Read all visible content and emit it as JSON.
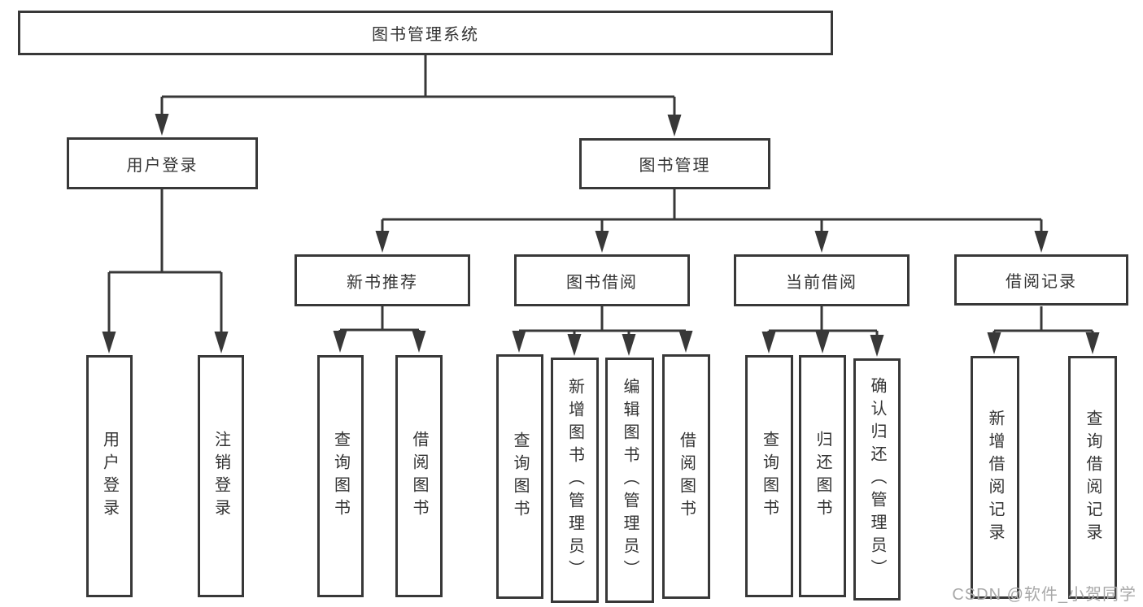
{
  "diagram_title": "图书管理系统",
  "colors": {
    "line": "#383838",
    "text": "#333333",
    "watermark": "#a9a9a9",
    "background": "#ffffff"
  },
  "nodes": {
    "root": {
      "label": "图书管理系统"
    },
    "user_login": {
      "label": "用户登录"
    },
    "book_mgmt": {
      "label": "图书管理"
    },
    "leaf_login": {
      "label": "用户登录"
    },
    "leaf_logout": {
      "label": "注销登录"
    },
    "new_books": {
      "label": "新书推荐"
    },
    "nb_query": {
      "label": "查询图书"
    },
    "nb_borrow": {
      "label": "借阅图书"
    },
    "book_borrow": {
      "label": "图书借阅"
    },
    "bb_query": {
      "label": "查询图书"
    },
    "bb_add": {
      "label": "新增图书（管理员）"
    },
    "bb_edit": {
      "label": "编辑图书（管理员）"
    },
    "bb_borrow": {
      "label": "借阅图书"
    },
    "current_borrow": {
      "label": "当前借阅"
    },
    "cb_query": {
      "label": "查询图书"
    },
    "cb_return": {
      "label": "归还图书"
    },
    "cb_confirm": {
      "label": "确认归还（管理员）"
    },
    "borrow_records": {
      "label": "借阅记录"
    },
    "br_add": {
      "label": "新增借阅记录"
    },
    "br_query": {
      "label": "查询借阅记录"
    }
  },
  "watermark": {
    "text": "CSDN @软件_小贺同学"
  }
}
